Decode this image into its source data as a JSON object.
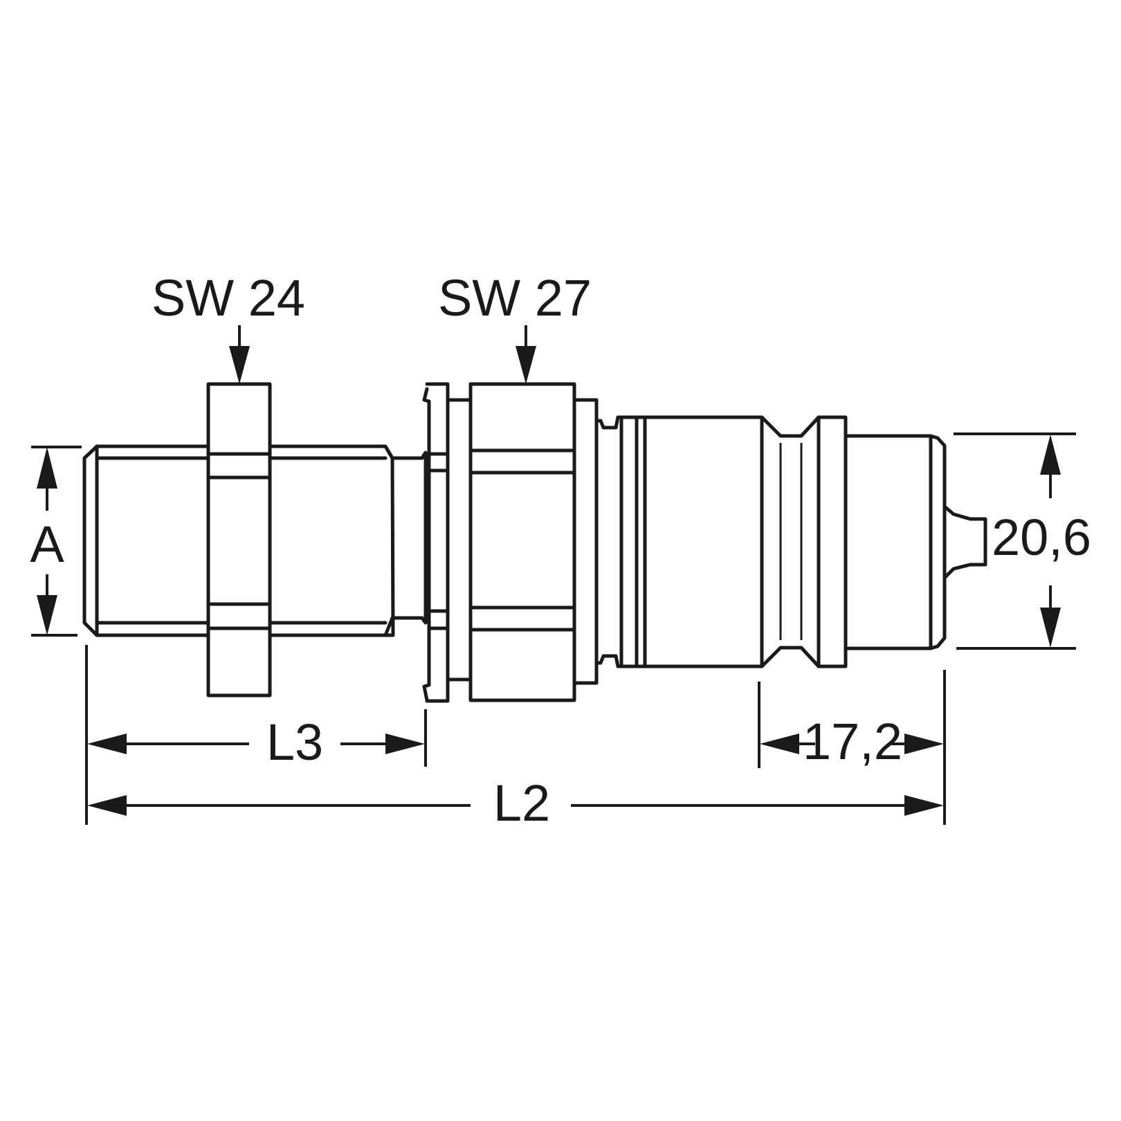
{
  "colors": {
    "line": "#1a1a1a",
    "background": "#ffffff"
  },
  "labels": {
    "sw_left": "SW 24",
    "sw_right": "SW 27",
    "dim_a": "A",
    "dim_l3": "L3",
    "dim_l2": "L2",
    "dim_17": "17,2",
    "dim_20": "20,6"
  }
}
